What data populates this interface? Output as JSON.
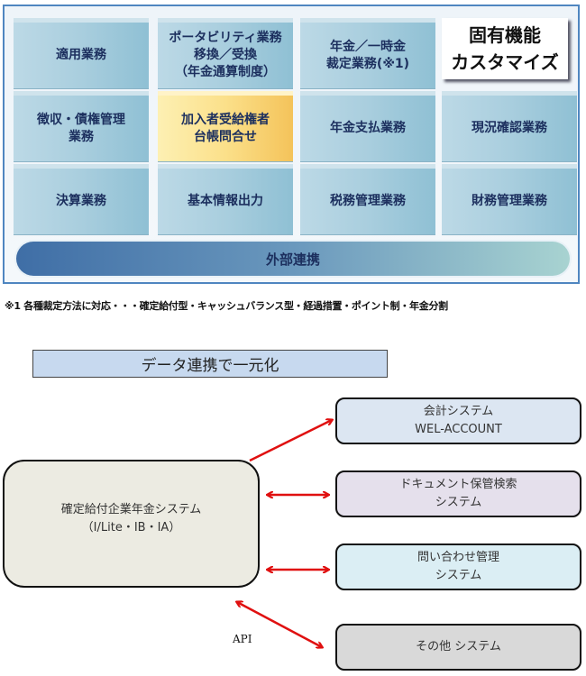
{
  "functions_panel": {
    "tiles": [
      {
        "label_lines": [
          "適用業務"
        ]
      },
      {
        "label_lines": [
          "ポータビリティ業務",
          "移換／受換",
          "（年金通算制度）"
        ]
      },
      {
        "label_lines": [
          "年金／一時金",
          "裁定業務(※1)"
        ]
      },
      {
        "label_lines": [
          "徴収・債権管理",
          "業務"
        ]
      },
      {
        "label_lines": [
          "加入者受給権者",
          "台帳問合せ"
        ],
        "highlighted": true
      },
      {
        "label_lines": [
          "年金支払業務"
        ]
      },
      {
        "label_lines": [
          "現況確認業務"
        ]
      },
      {
        "label_lines": [
          "決算業務"
        ]
      },
      {
        "label_lines": [
          "基本情報出力"
        ]
      },
      {
        "label_lines": [
          "税務管理業務"
        ]
      },
      {
        "label_lines": [
          "財務管理業務"
        ]
      }
    ],
    "custom_callout": {
      "line1": "固有機能",
      "line2": "カスタマイズ"
    },
    "external_bar": "外部連携",
    "footnote": "※1 各種裁定方法に対応・・・確定給付型・キャッシュバランス型・経過措置・ポイント制・年金分割"
  },
  "integration": {
    "title": "データ連携で一元化",
    "main_system": {
      "line1": "確定給付企業年金システム",
      "line2": "（I/Lite・IB・IA）"
    },
    "connected_systems": [
      {
        "line1": "会計システム",
        "line2": "WEL-ACCOUNT",
        "color": "#dce6f2"
      },
      {
        "line1": "ドキュメント保管検索",
        "line2": "システム",
        "color": "#e5e0ec"
      },
      {
        "line1": "問い合わせ管理",
        "line2": "システム",
        "color": "#dbeef4"
      },
      {
        "line1": "その他  システム",
        "line2": "",
        "color": "#d9d9d9"
      }
    ],
    "api_label": "API",
    "arrow_color": "#e01010"
  }
}
